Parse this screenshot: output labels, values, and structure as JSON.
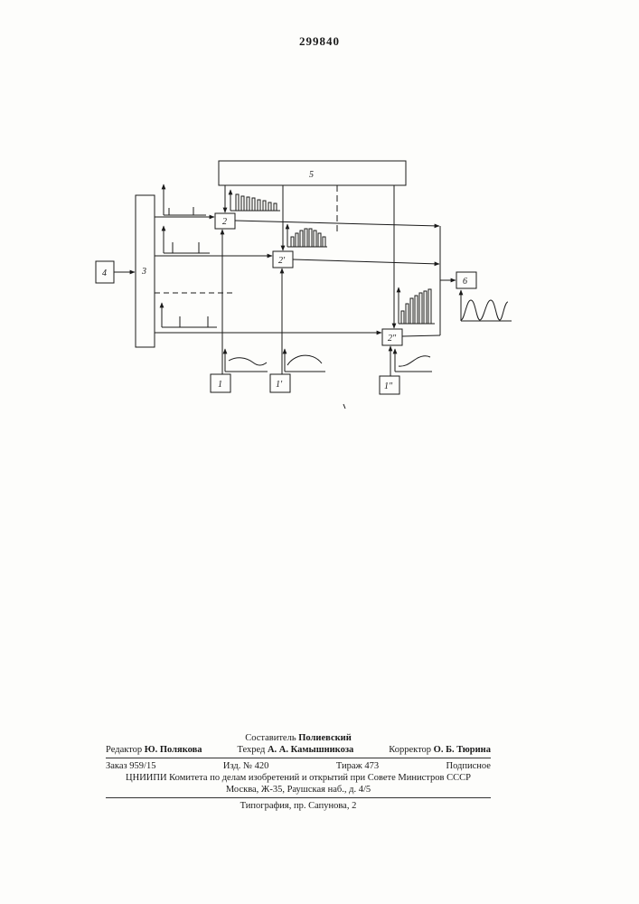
{
  "document": {
    "number": "299840"
  },
  "diagram": {
    "labels": {
      "block_5": "5",
      "block_3": "3",
      "block_4": "4",
      "block_2": "2",
      "block_2p": "2'",
      "block_2pp": "2\"",
      "block_6": "6",
      "block_1": "1",
      "block_1p": "1'",
      "block_1pp": "1\""
    }
  },
  "imprint": {
    "compiler_label": "Составитель",
    "compiler_name": "Полиевский",
    "editor_label": "Редактор",
    "editor_name": "Ю. Полякова",
    "techeditor_label": "Техред",
    "techeditor_name": "А. А. Камышникоза",
    "corrector_label": "Корректор",
    "corrector_name": "О. Б. Тюрина",
    "order": "Заказ 959/15",
    "edition": "Изд. № 420",
    "circulation": "Тираж 473",
    "subscription": "Подписное",
    "org": "ЦНИИПИ Комитета по делам изобретений и открытий при Совете Министров СССР",
    "address": "Москва, Ж-35, Раушская наб., д. 4/5",
    "printer": "Типография, пр. Сапунова, 2"
  }
}
